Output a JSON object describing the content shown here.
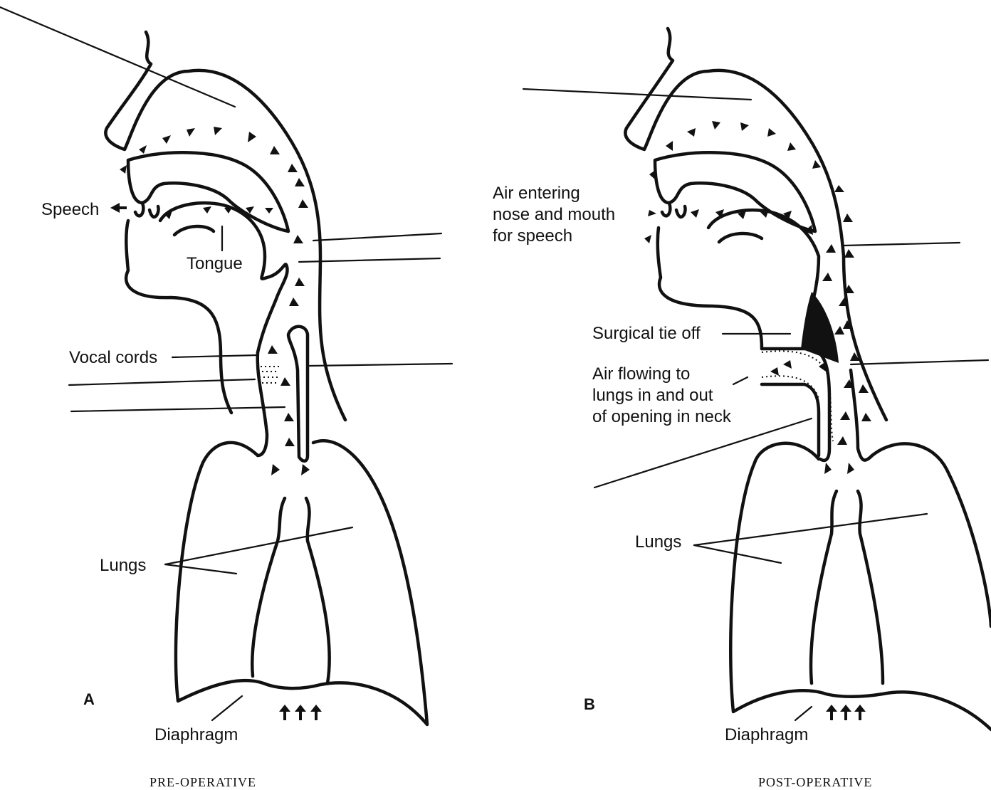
{
  "panels": [
    {
      "letter": "A",
      "caption": "PRE-OPERATIVE",
      "labels": {
        "speech": "Speech",
        "tongue": "Tongue",
        "vocal_cords": "Vocal cords",
        "lungs": "Lungs",
        "diaphragm": "Diaphragm"
      }
    },
    {
      "letter": "B",
      "caption": "POST-OPERATIVE",
      "labels": {
        "air_entering_line1": "Air entering",
        "air_entering_line2": "nose and mouth",
        "air_entering_line3": "for speech",
        "surgical_tie_off": "Surgical tie off",
        "air_flowing_line1": "Air flowing to",
        "air_flowing_line2": "lungs in and out",
        "air_flowing_line3": "of opening in neck",
        "lungs": "Lungs",
        "diaphragm": "Diaphragm"
      }
    }
  ]
}
